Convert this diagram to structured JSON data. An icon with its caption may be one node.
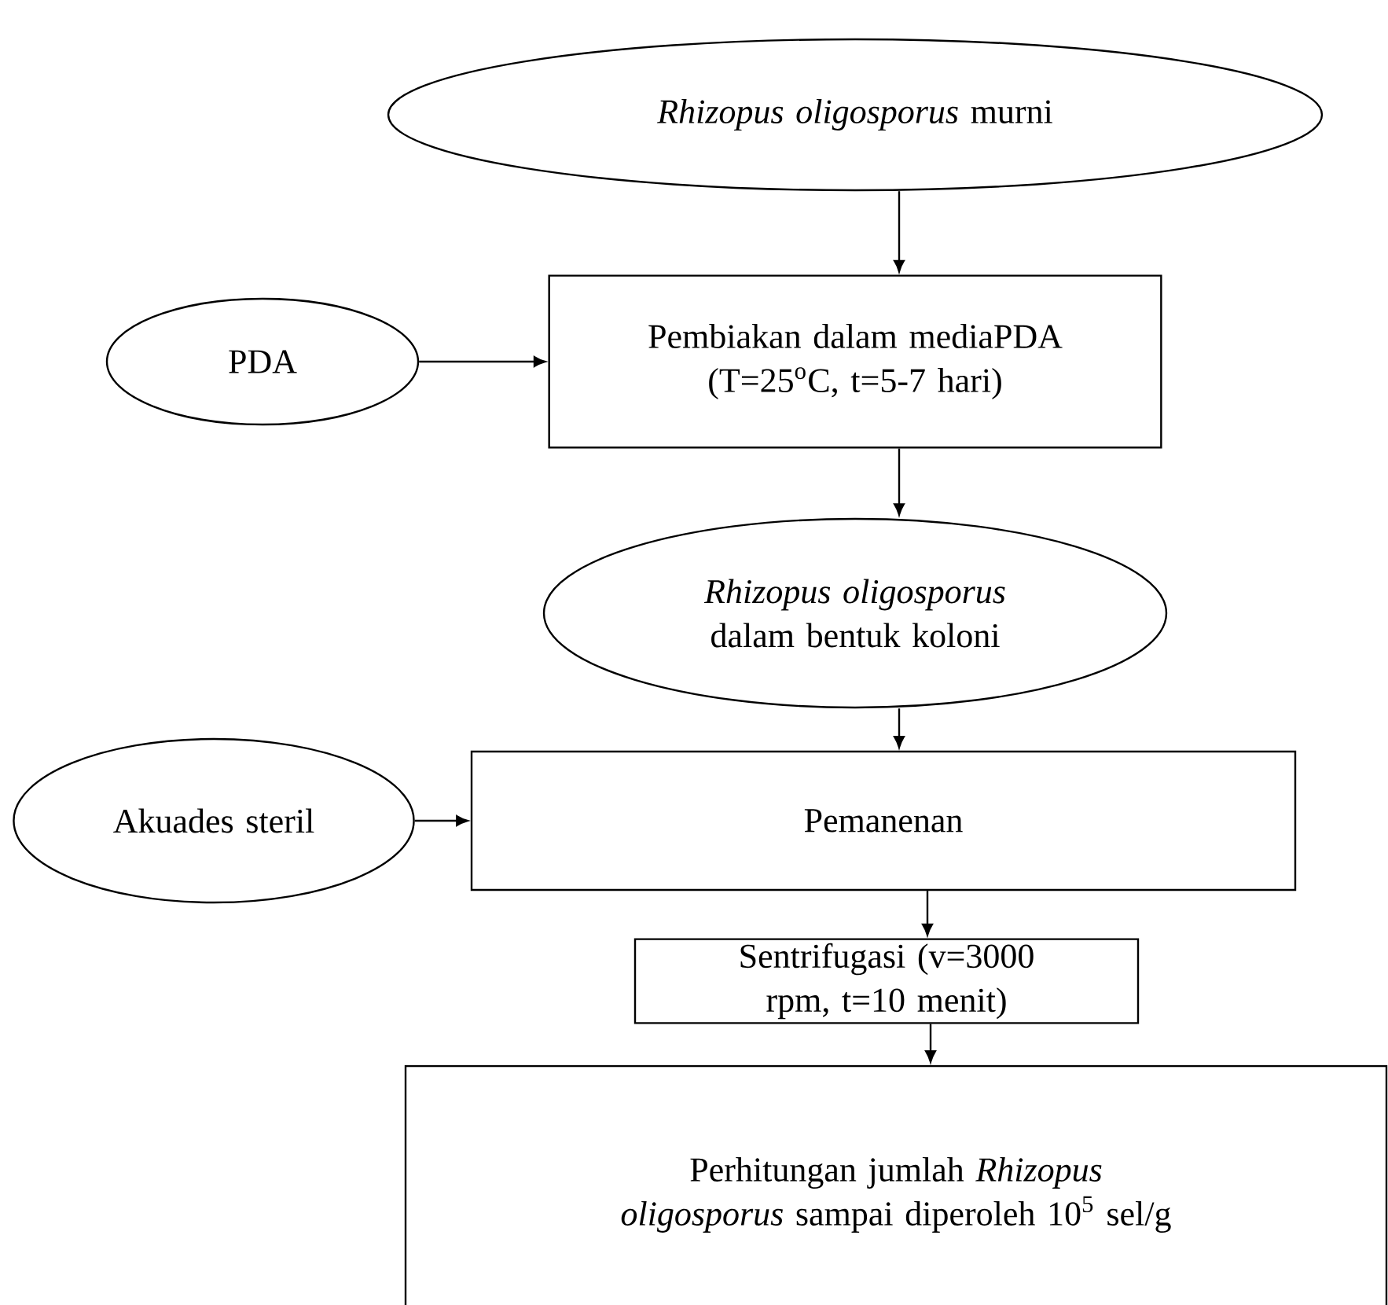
{
  "diagram": {
    "nodes": [
      {
        "text": [
          "*Rhizopus oligosporus* murni"
        ]
      },
      {
        "text": [
          "Pembiakan dalam mediaPDA (T=25$^{o}$C, t=5-7 hari)"
        ]
      },
      {
        "text": [
          "PDA"
        ]
      },
      {
        "text": [
          "*Rhizopus oligosporus* dalam bentuk koloni"
        ]
      },
      {
        "text": [
          "Pemanenan"
        ]
      },
      {
        "text": [
          "Akuades steril"
        ]
      },
      {
        "text": [
          "Sentrifugasi (v=3000 rpm, t=10 menit)"
        ]
      },
      {
        "text": [
          "Perhitungan jumlah *Rhizopus oligosporus* sampai diperoleh 10$^{5}$ sel/g"
        ]
      }
    ],
    "edges": [
      {
        "from": 0,
        "to": 1,
        "arrow": "to"
      },
      {
        "from": 2,
        "to": 1,
        "arrow": "to"
      },
      {
        "from": 1,
        "to": 3,
        "arrow": "to"
      },
      {
        "from": 3,
        "to": 4,
        "arrow": "to"
      },
      {
        "from": 5,
        "to": 4,
        "arrow": "to"
      },
      {
        "from": 4,
        "to": 6,
        "arrow": "to"
      },
      {
        "from": 6,
        "to": 7,
        "arrow": "to"
      }
    ]
  }
}
